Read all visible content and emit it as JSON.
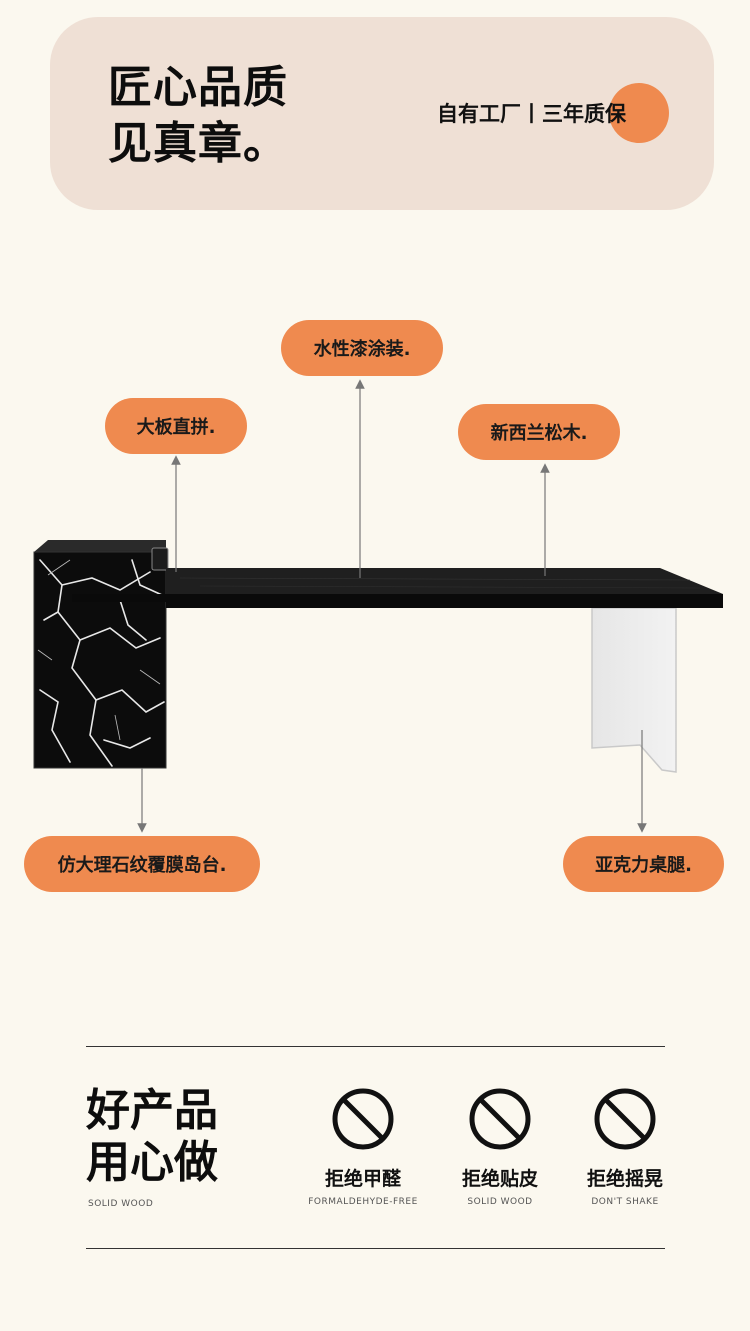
{
  "header": {
    "headline_line1": "匠心品质",
    "headline_line2": "见真章。",
    "promo": "自有工厂丨三年质保"
  },
  "callouts": {
    "waterborne_paint": "水性漆涂装.",
    "large_board": "大板直拼.",
    "nz_pine": "新西兰松木.",
    "marble_island": "仿大理石纹覆膜岛台.",
    "acrylic_leg": "亚克力桌腿."
  },
  "slogan": {
    "line1": "好产品",
    "line2": "用心做",
    "sub": "SOLID WOOD"
  },
  "features": [
    {
      "title": "拒绝甲醛",
      "sub": "FORMALDEHYDE-FREE",
      "icon": "prohibited-icon"
    },
    {
      "title": "拒绝贴皮",
      "sub": "SOLID WOOD",
      "icon": "prohibited-icon"
    },
    {
      "title": "拒绝摇晃",
      "sub": "DON'T SHAKE",
      "icon": "prohibited-icon"
    }
  ],
  "colors": {
    "background": "#fbf8ef",
    "card": "#efe0d5",
    "accent": "#ef8a4f",
    "text": "#111111"
  }
}
